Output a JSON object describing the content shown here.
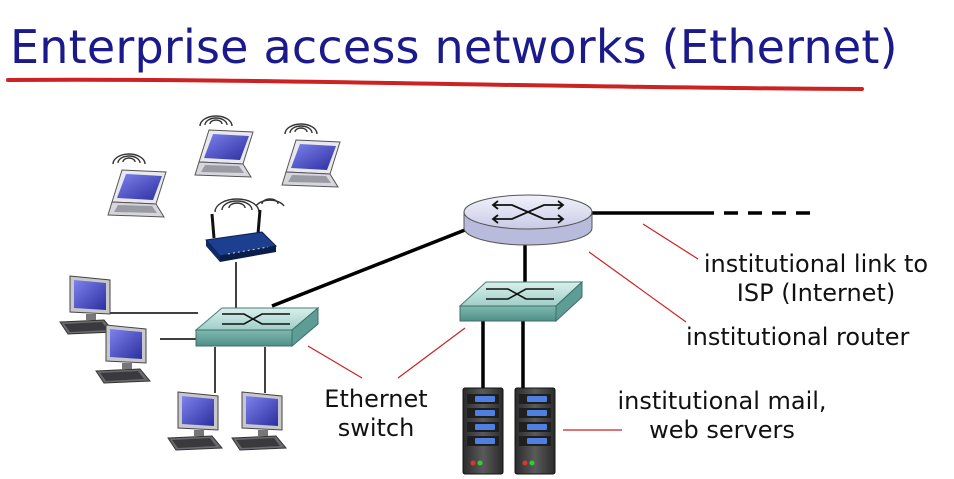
{
  "title": "Enterprise access networks (Ethernet)",
  "labels": {
    "isp_link_line1": "institutional link to",
    "isp_link_line2": "ISP (Internet)",
    "router": "institutional router",
    "switch_line1": "Ethernet",
    "switch_line2": "switch",
    "servers_line1": "institutional mail,",
    "servers_line2": "web servers"
  },
  "colors": {
    "title": "#1a1a8c",
    "underline": "#cc2222",
    "callout": "#cc2222",
    "link": "#000000",
    "device_screen": "#5a5fd6",
    "switch_face": "#a8d4cf"
  }
}
